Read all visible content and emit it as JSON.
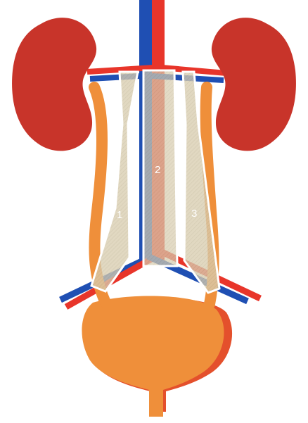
{
  "colors": {
    "kidney": "#c8342a",
    "kidney_dark": "#b02a22",
    "artery": "#e8352a",
    "vein": "#1f4fb3",
    "ureter": "#ef8f3a",
    "bladder": "#ef8f3a",
    "bladder_edge": "#e4502c",
    "zone_fill": "#d8cdb0",
    "zone_outline": "#ffffff"
  },
  "zones": [
    {
      "label": "1"
    },
    {
      "label": "2"
    },
    {
      "label": "3"
    }
  ]
}
